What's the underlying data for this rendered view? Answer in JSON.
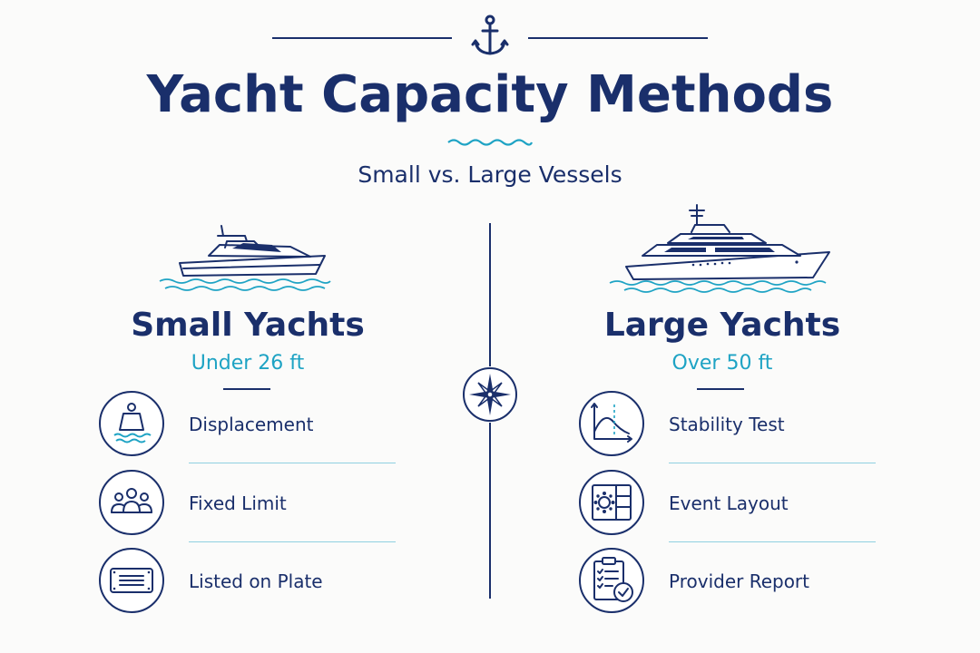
{
  "header": {
    "title": "Yacht Capacity Methods",
    "subtitle": "Small vs. Large Vessels"
  },
  "colors": {
    "navy": "#1a2f6b",
    "teal": "#1ea3c4",
    "background": "#fbfbfa"
  },
  "left": {
    "title": "Small Yachts",
    "subtitle": "Under 26 ft",
    "items": [
      {
        "label": "Displacement",
        "icon": "weight-water-icon"
      },
      {
        "label": "Fixed Limit",
        "icon": "people-group-icon"
      },
      {
        "label": "Listed on Plate",
        "icon": "capacity-plate-icon"
      }
    ]
  },
  "right": {
    "title": "Large Yachts",
    "subtitle": "Over 50 ft",
    "items": [
      {
        "label": "Stability Test",
        "icon": "stability-graph-icon"
      },
      {
        "label": "Event Layout",
        "icon": "floor-layout-icon"
      },
      {
        "label": "Provider Report",
        "icon": "clipboard-check-icon"
      }
    ]
  }
}
